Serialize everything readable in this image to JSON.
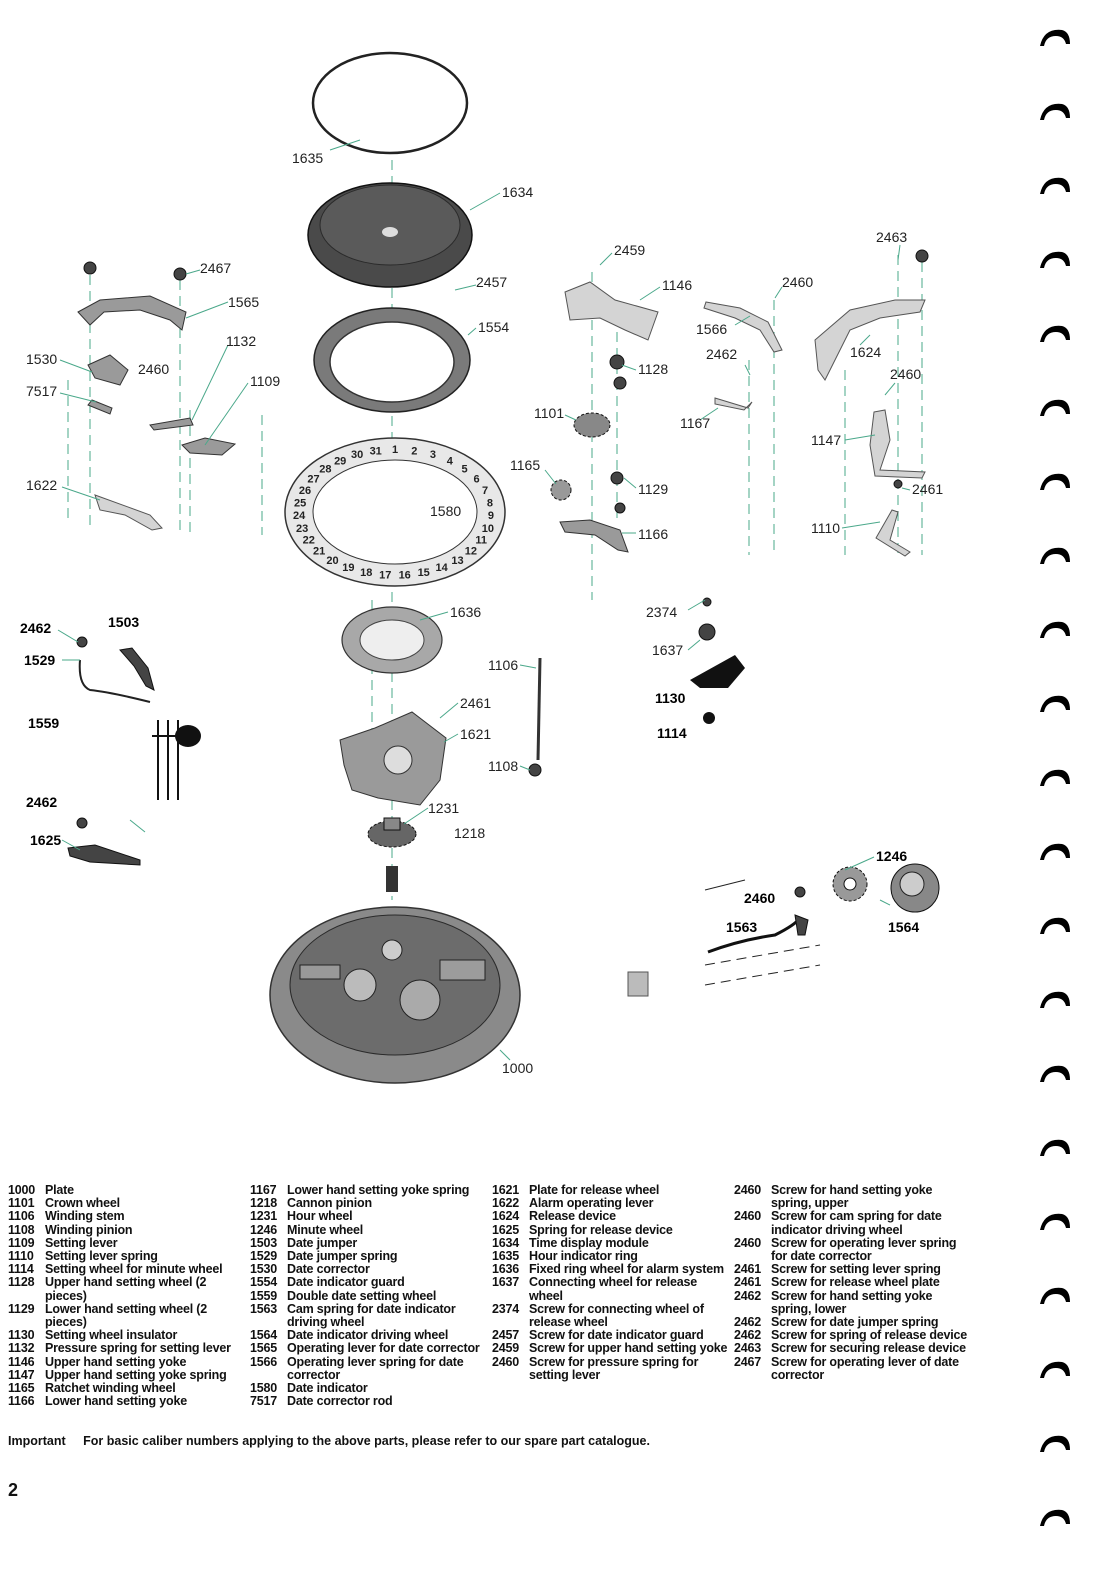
{
  "diagram": {
    "labels": {
      "l1635": "1635",
      "l1634": "1634",
      "l2467": "2467",
      "l1565": "1565",
      "l1132": "1132",
      "l1109": "1109",
      "l1530": "1530",
      "l2460a": "2460",
      "l7517": "7517",
      "l1622": "1622",
      "l2457": "2457",
      "l1554": "1554",
      "l1580": "1580",
      "l2459": "2459",
      "l1146": "1146",
      "l1128": "1128",
      "l1101": "1101",
      "l1165": "1165",
      "l1129": "1129",
      "l1166": "1166",
      "l2460b": "2460",
      "l1566": "1566",
      "l2462a": "2462",
      "l1167": "1167",
      "l2463": "2463",
      "l1624": "1624",
      "l2460c": "2460",
      "l1147": "1147",
      "l2461a": "2461",
      "l1110": "1110",
      "l2462b": "2462",
      "l1503": "1503",
      "l1529": "1529",
      "l1559": "1559",
      "l2462c": "2462",
      "l1625": "1625",
      "l1636": "1636",
      "l1106": "1106",
      "l2461b": "2461",
      "l1621": "1621",
      "l1108": "1108",
      "l1231": "1231",
      "l1218": "1218",
      "l2374": "2374",
      "l1637": "1637",
      "l1130": "1130",
      "l1114": "1114",
      "l1246": "1246",
      "l2460d": "2460",
      "l1563": "1563",
      "l1564": "1564",
      "l1000": "1000"
    },
    "date_ring_digits": [
      "1",
      "2",
      "3",
      "4",
      "5",
      "6",
      "7",
      "8",
      "9",
      "10",
      "11",
      "12",
      "13",
      "14",
      "15",
      "16",
      "17",
      "18",
      "19",
      "20",
      "21",
      "22",
      "23",
      "24",
      "25",
      "26",
      "27",
      "28",
      "29",
      "30",
      "31"
    ]
  },
  "legend": {
    "columns": [
      [
        {
          "num": "1000",
          "desc": "Plate"
        },
        {
          "num": "1101",
          "desc": "Crown wheel"
        },
        {
          "num": "1106",
          "desc": "Winding stem"
        },
        {
          "num": "1108",
          "desc": "Winding pinion"
        },
        {
          "num": "1109",
          "desc": "Setting lever"
        },
        {
          "num": "1110",
          "desc": "Setting lever spring"
        },
        {
          "num": "1114",
          "desc": "Setting wheel for minute wheel"
        },
        {
          "num": "1128",
          "desc": "Upper hand setting wheel (2 pieces)"
        },
        {
          "num": "1129",
          "desc": "Lower hand setting wheel (2 pieces)"
        },
        {
          "num": "1130",
          "desc": "Setting wheel insulator"
        },
        {
          "num": "1132",
          "desc": "Pressure spring for setting lever"
        },
        {
          "num": "1146",
          "desc": "Upper hand setting yoke"
        },
        {
          "num": "1147",
          "desc": "Upper hand setting yoke spring"
        },
        {
          "num": "1165",
          "desc": "Ratchet winding wheel"
        },
        {
          "num": "1166",
          "desc": "Lower hand setting yoke"
        }
      ],
      [
        {
          "num": "1167",
          "desc": "Lower hand setting yoke spring"
        },
        {
          "num": "1218",
          "desc": "Cannon pinion"
        },
        {
          "num": "1231",
          "desc": "Hour wheel"
        },
        {
          "num": "1246",
          "desc": "Minute wheel"
        },
        {
          "num": "1503",
          "desc": "Date jumper"
        },
        {
          "num": "1529",
          "desc": "Date jumper spring"
        },
        {
          "num": "1530",
          "desc": "Date corrector"
        },
        {
          "num": "1554",
          "desc": "Date indicator guard"
        },
        {
          "num": "1559",
          "desc": "Double date setting wheel"
        },
        {
          "num": "1563",
          "desc": "Cam spring for date indicator driving wheel"
        },
        {
          "num": "1564",
          "desc": "Date indicator driving wheel"
        },
        {
          "num": "1565",
          "desc": "Operating lever for date corrector"
        },
        {
          "num": "1566",
          "desc": "Operating lever spring for date corrector"
        },
        {
          "num": "1580",
          "desc": "Date indicator"
        },
        {
          "num": "7517",
          "desc": "Date corrector rod"
        }
      ],
      [
        {
          "num": "1621",
          "desc": "Plate for release wheel"
        },
        {
          "num": "1622",
          "desc": "Alarm operating lever"
        },
        {
          "num": "1624",
          "desc": "Release device"
        },
        {
          "num": "1625",
          "desc": "Spring for release device"
        },
        {
          "num": "1634",
          "desc": "Time display module"
        },
        {
          "num": "1635",
          "desc": "Hour indicator ring"
        },
        {
          "num": "1636",
          "desc": "Fixed ring wheel for alarm system"
        },
        {
          "num": "1637",
          "desc": "Connecting wheel for release wheel"
        },
        {
          "num": "2374",
          "desc": "Screw for connecting wheel of release wheel"
        },
        {
          "num": "2457",
          "desc": "Screw for date indicator guard"
        },
        {
          "num": "2459",
          "desc": "Screw for upper hand setting yoke"
        },
        {
          "num": "2460",
          "desc": "Screw for pressure spring for setting lever"
        }
      ],
      [
        {
          "num": "2460",
          "desc": "Screw for hand setting yoke spring, upper"
        },
        {
          "num": "2460",
          "desc": "Screw for cam spring for date indicator driving wheel"
        },
        {
          "num": "2460",
          "desc": "Screw for operating lever spring for date corrector"
        },
        {
          "num": "2461",
          "desc": "Screw for setting lever spring"
        },
        {
          "num": "2461",
          "desc": "Screw for release wheel plate"
        },
        {
          "num": "2462",
          "desc": "Screw for hand setting yoke spring, lower"
        },
        {
          "num": "2462",
          "desc": "Screw for date jumper spring"
        },
        {
          "num": "2462",
          "desc": "Screw for spring of release device"
        },
        {
          "num": "2463",
          "desc": "Screw for securing release device"
        },
        {
          "num": "2467",
          "desc": "Screw for operating lever of date corrector"
        }
      ]
    ]
  },
  "note": {
    "label": "Important",
    "text": "For basic caliber numbers applying to the above parts, please refer to our spare part catalogue."
  },
  "page_number": "2"
}
